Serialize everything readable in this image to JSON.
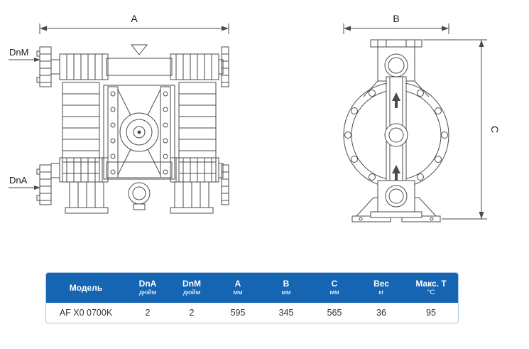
{
  "page": {
    "background": "#ffffff"
  },
  "diagram": {
    "line_color": "#4a4a4a",
    "dimension_labels": {
      "a": "A",
      "b": "B",
      "c": "C"
    },
    "port_labels": {
      "dnm": "DnM",
      "dna": "DnA"
    }
  },
  "table": {
    "colors": {
      "header_bg": "#1565b3",
      "header_text": "#ffffff",
      "border": "#a9c6e3",
      "row_text": "#333333"
    },
    "columns": [
      {
        "label": "Модель",
        "unit": ""
      },
      {
        "label": "DnA",
        "unit": "дюйм"
      },
      {
        "label": "DnM",
        "unit": "дюйм"
      },
      {
        "label": "A",
        "unit": "мм"
      },
      {
        "label": "B",
        "unit": "мм"
      },
      {
        "label": "C",
        "unit": "мм"
      },
      {
        "label": "Вес",
        "unit": "кг"
      },
      {
        "label": "Макс. T",
        "unit": "°C"
      }
    ],
    "rows": [
      {
        "model": "AF X0 0700K",
        "dna_inch": "2",
        "dnm_inch": "2",
        "a_mm": "595",
        "b_mm": "345",
        "c_mm": "565",
        "weight_kg": "36",
        "max_t_c": "95"
      }
    ]
  }
}
